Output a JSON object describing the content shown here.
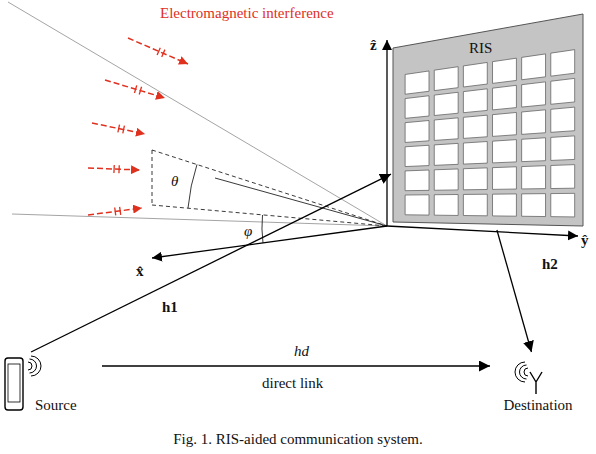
{
  "diagram": {
    "caption": "Fig. 1. RIS-aided communication system.",
    "nodes": [
      {
        "text": [
          "RIS"
        ]
      },
      {
        "text": [
          "Source"
        ]
      },
      {
        "text": [
          "Destination"
        ]
      }
    ],
    "edges": [
      {
        "from": 1,
        "to": 0,
        "label": "h1",
        "arrow": "to"
      },
      {
        "from": 0,
        "to": 2,
        "label": "h2",
        "arrow": "to"
      },
      {
        "from": 1,
        "to": 2,
        "label": "hd",
        "arrow": "to"
      }
    ],
    "labels": [
      "Electromagnetic interference",
      "ẑ",
      "ŷ",
      "x̂",
      "θ",
      "φ",
      "direct link"
    ]
  }
}
